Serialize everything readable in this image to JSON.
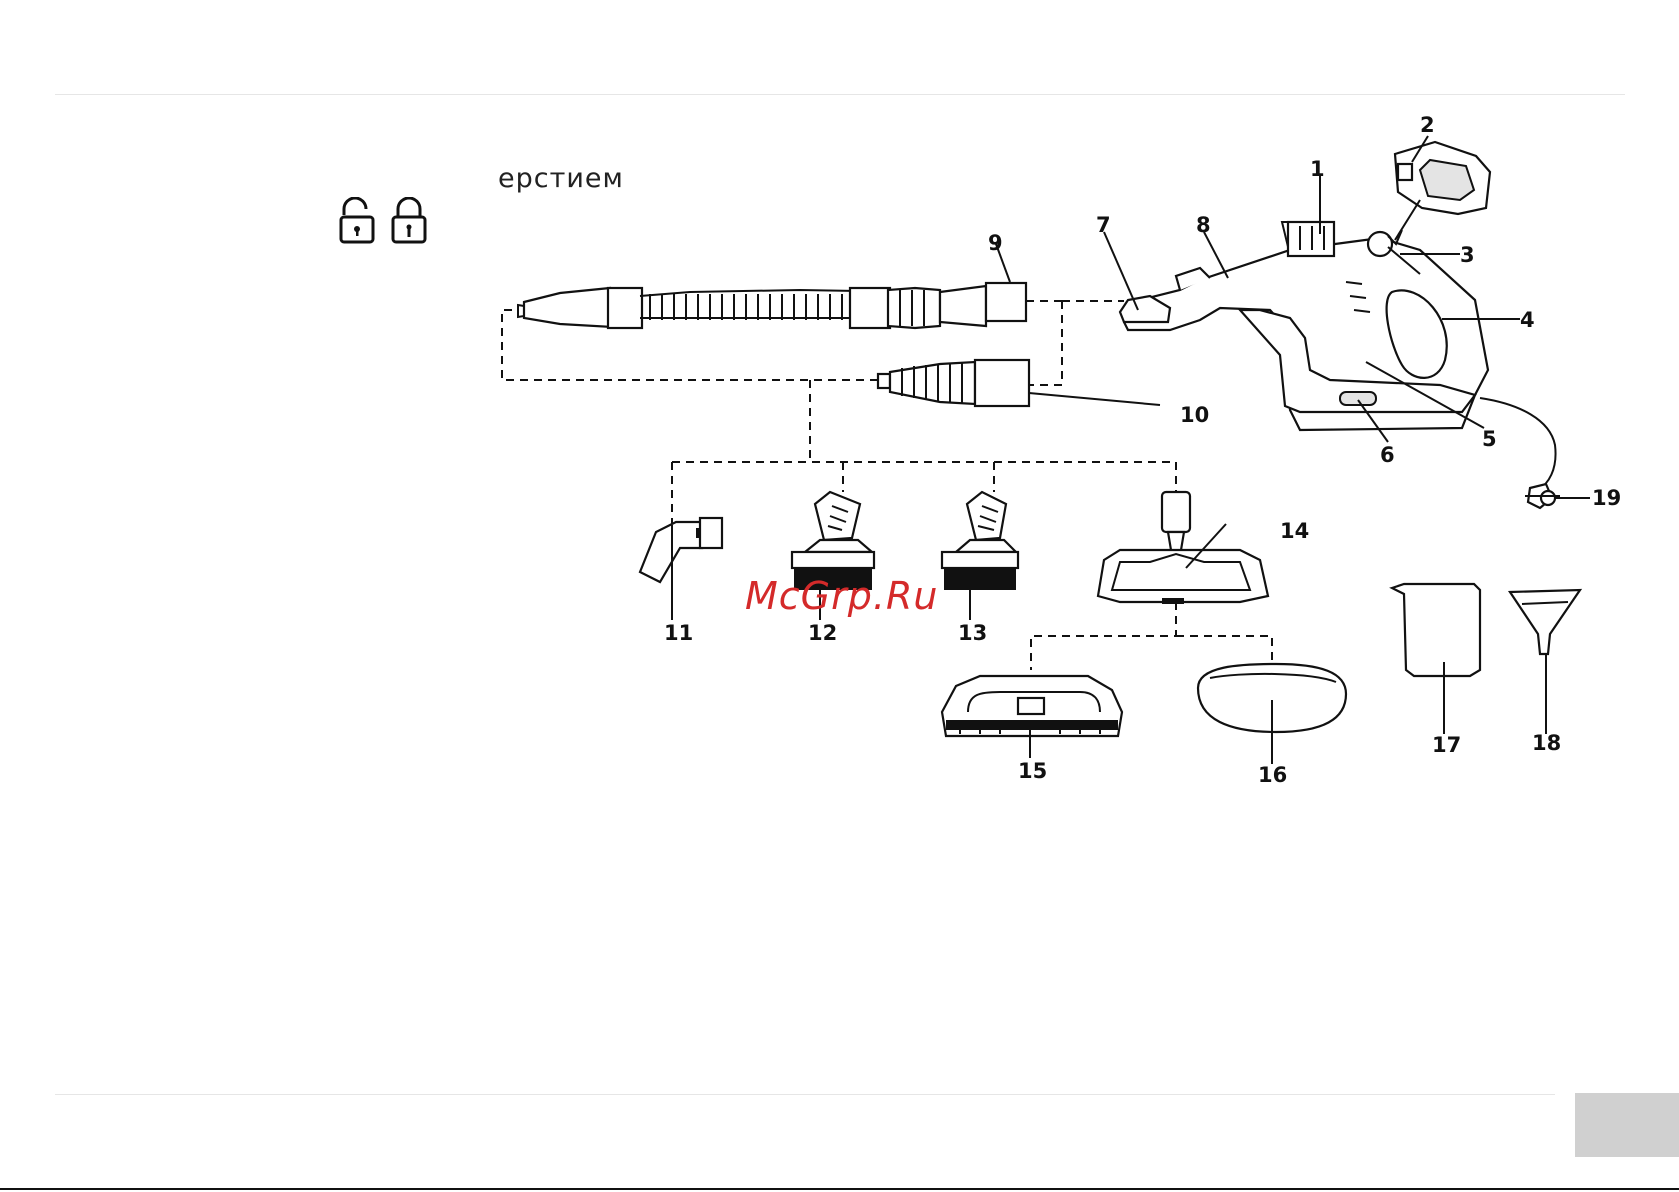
{
  "page": {
    "text_fragment": "ерстием",
    "watermark": "McGrp.Ru",
    "icons": [
      "lock-open-icon",
      "lock-closed-icon"
    ],
    "colors": {
      "watermark": "#d42a2a",
      "page_tab": "#d0d0d0",
      "lines": "#111111"
    }
  },
  "labels": {
    "n1": "1",
    "n2": "2",
    "n3": "3",
    "n4": "4",
    "n5": "5",
    "n6": "6",
    "n7": "7",
    "n8": "8",
    "n9": "9",
    "n10": "10",
    "n11": "11",
    "n12": "12",
    "n13": "13",
    "n14": "14",
    "n15": "15",
    "n16": "16",
    "n17": "17",
    "n18": "18",
    "n19": "19"
  }
}
